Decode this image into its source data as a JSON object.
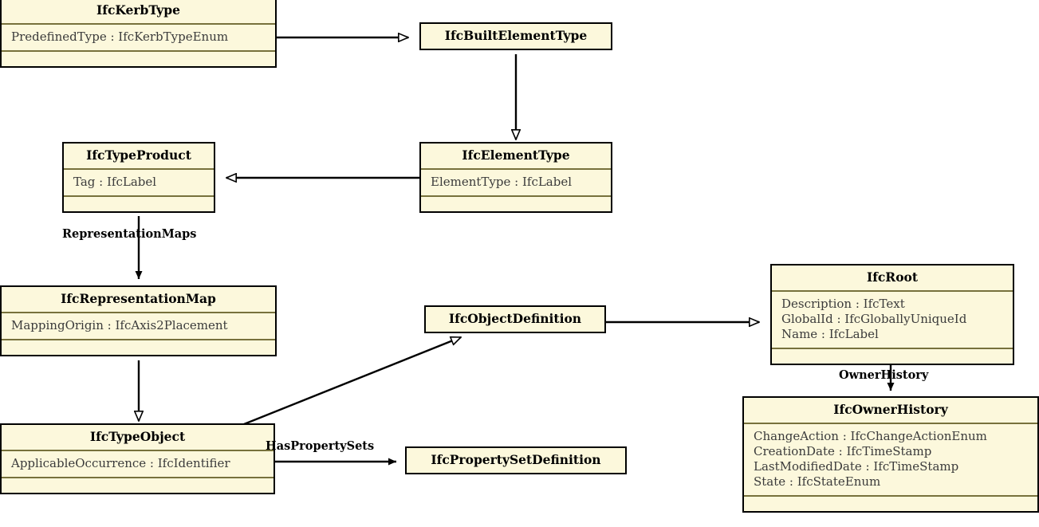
{
  "diagram": {
    "type": "uml-class-diagram",
    "title": "IfcKerbType inheritance and association diagram",
    "colors": {
      "box_fill": "#fcf8dc",
      "box_border": "#000000",
      "compartment_divider": "#77713c",
      "edge": "#000000",
      "attribute_text": "#3b3b3b",
      "background": "#ffffff"
    },
    "classes": [
      {
        "id": "ifckerbtype",
        "name": "IfcKerbType",
        "attributes": [
          "PredefinedType : IfcKerbTypeEnum"
        ],
        "operations": []
      },
      {
        "id": "ifcbuiltelementtype",
        "name": "IfcBuiltElementType",
        "attributes": [],
        "operations": []
      },
      {
        "id": "ifctypeproduct",
        "name": "IfcTypeProduct",
        "attributes": [
          "Tag : IfcLabel"
        ],
        "operations": []
      },
      {
        "id": "ifcelementtype",
        "name": "IfcElementType",
        "attributes": [
          "ElementType : IfcLabel"
        ],
        "operations": []
      },
      {
        "id": "ifcrepresentationmap",
        "name": "IfcRepresentationMap",
        "attributes": [
          "MappingOrigin : IfcAxis2Placement"
        ],
        "operations": []
      },
      {
        "id": "ifcobjectdefinition",
        "name": "IfcObjectDefinition",
        "attributes": [],
        "operations": []
      },
      {
        "id": "ifcroot",
        "name": "IfcRoot",
        "attributes": [
          "Description : IfcText",
          "GlobalId : IfcGloballyUniqueId",
          "Name : IfcLabel"
        ],
        "operations": []
      },
      {
        "id": "ifcownerhistory",
        "name": "IfcOwnerHistory",
        "attributes": [
          "ChangeAction : IfcChangeActionEnum",
          "CreationDate : IfcTimeStamp",
          "LastModifiedDate : IfcTimeStamp",
          "State : IfcStateEnum"
        ],
        "operations": []
      },
      {
        "id": "ifctypeobject",
        "name": "IfcTypeObject",
        "attributes": [
          "ApplicableOccurrence : IfcIdentifier"
        ],
        "operations": []
      },
      {
        "id": "ifcpropertysetdefinition",
        "name": "IfcPropertySetDefinition",
        "attributes": [],
        "operations": []
      }
    ],
    "edges": [
      {
        "id": "kerb-to-builtelementtype",
        "from": "IfcKerbType",
        "to": "IfcBuiltElementType",
        "kind": "generalization",
        "arrowhead": "hollow-triangle",
        "label": ""
      },
      {
        "id": "builtelementtype-to-elementtype",
        "from": "IfcBuiltElementType",
        "to": "IfcElementType",
        "kind": "generalization",
        "arrowhead": "hollow-triangle",
        "label": ""
      },
      {
        "id": "elementtype-to-typeproduct",
        "from": "IfcElementType",
        "to": "IfcTypeProduct",
        "kind": "generalization",
        "arrowhead": "hollow-triangle",
        "label": ""
      },
      {
        "id": "typeproduct-to-representationmap",
        "from": "IfcTypeProduct",
        "to": "IfcRepresentationMap",
        "kind": "association",
        "arrowhead": "solid",
        "label": "RepresentationMaps"
      },
      {
        "id": "representationmap-to-typeobject",
        "from": "IfcRepresentationMap",
        "to": "IfcTypeObject",
        "kind": "generalization",
        "arrowhead": "hollow-triangle",
        "label": ""
      },
      {
        "id": "typeobject-to-objectdefinition",
        "from": "IfcTypeObject",
        "to": "IfcObjectDefinition",
        "kind": "generalization",
        "arrowhead": "hollow-triangle",
        "label": ""
      },
      {
        "id": "objectdefinition-to-root",
        "from": "IfcObjectDefinition",
        "to": "IfcRoot",
        "kind": "generalization",
        "arrowhead": "hollow-triangle",
        "label": ""
      },
      {
        "id": "root-to-ownerhistory",
        "from": "IfcRoot",
        "to": "IfcOwnerHistory",
        "kind": "association",
        "arrowhead": "solid",
        "label": "OwnerHistory"
      },
      {
        "id": "typeobject-to-propertysetdefinition",
        "from": "IfcTypeObject",
        "to": "IfcPropertySetDefinition",
        "kind": "association",
        "arrowhead": "solid",
        "label": "HasPropertySets"
      }
    ],
    "edge_labels": {
      "representation_maps": "RepresentationMaps",
      "has_property_sets": "HasPropertySets",
      "owner_history": "OwnerHistory"
    }
  }
}
